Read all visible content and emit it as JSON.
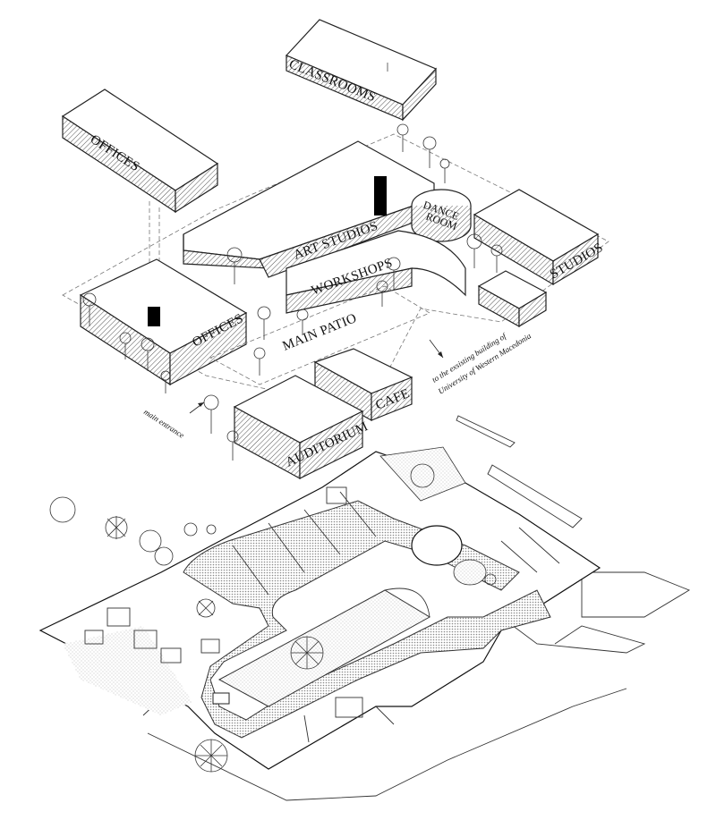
{
  "labels": {
    "classrooms": "CLASSROOMS",
    "offices_upper": "OFFICES",
    "offices_lower": "OFFICES",
    "art_studios": "ART STUDIOS",
    "dance_room_1": "DANCE",
    "dance_room_2": "ROOM",
    "studios": "STUDIOS",
    "workshops": "WORKSHOPS",
    "main_patio": "MAIN PATIO",
    "cafe": "CAFE",
    "auditorium": "AUDITORIUM"
  },
  "annotations": {
    "main_entrance": "main entrance",
    "existing_building_1": "to the exsisting building of",
    "existing_building_2": "University of Western Macedonia"
  },
  "colors": {
    "ink": "#111111",
    "hatch": "#555555",
    "paving": "#9a9a9a",
    "core": "#000000"
  }
}
